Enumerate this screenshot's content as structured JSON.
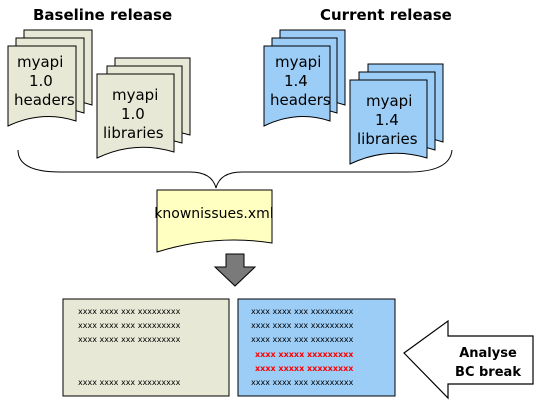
{
  "baseline": {
    "title": "Baseline release",
    "headers_doc": [
      "myapi",
      "1.0",
      "headers"
    ],
    "libraries_doc": [
      "myapi",
      "1.0",
      "libraries"
    ]
  },
  "current": {
    "title": "Current release",
    "headers_doc": [
      "myapi",
      "1.4",
      "headers"
    ],
    "libraries_doc": [
      "myapi",
      "1.4",
      "libraries"
    ]
  },
  "known_issues": {
    "label": "knownissues.xml"
  },
  "reports": {
    "left": {
      "lines": [
        "xxxx xxxx xxx xxxxxxxxx",
        "xxxx xxxx xxx xxxxxxxxx",
        "xxxx xxxx xxx xxxxxxxxx",
        "",
        "xxxx xxxx xxx xxxxxxxxx"
      ]
    },
    "right": {
      "lines": [
        "xxxx xxxx xxx xxxxxxxxx",
        "xxxx xxxx xxx xxxxxxxxx",
        "xxxx xxxx xxx xxxxxxxxx",
        "xxxx xxxxx xxxxxxxxx",
        "xxxx xxxxx xxxxxxxxx",
        "xxxx xxxx xxx xxxxxxxxx"
      ],
      "highlight_lines": [
        3,
        4
      ]
    }
  },
  "analyse_arrow": {
    "lines": [
      "Analyse",
      "BC break"
    ]
  },
  "colors": {
    "baseline_fill": "#e8e8d6",
    "current_fill": "#9ccdf6",
    "knownissues_fill": "#ffffc2",
    "arrow_fill": "#7a7a7a",
    "report_left_fill": "#e8e8d6",
    "report_right_fill": "#9ccdf6",
    "highlight_text": "#ff0000"
  }
}
